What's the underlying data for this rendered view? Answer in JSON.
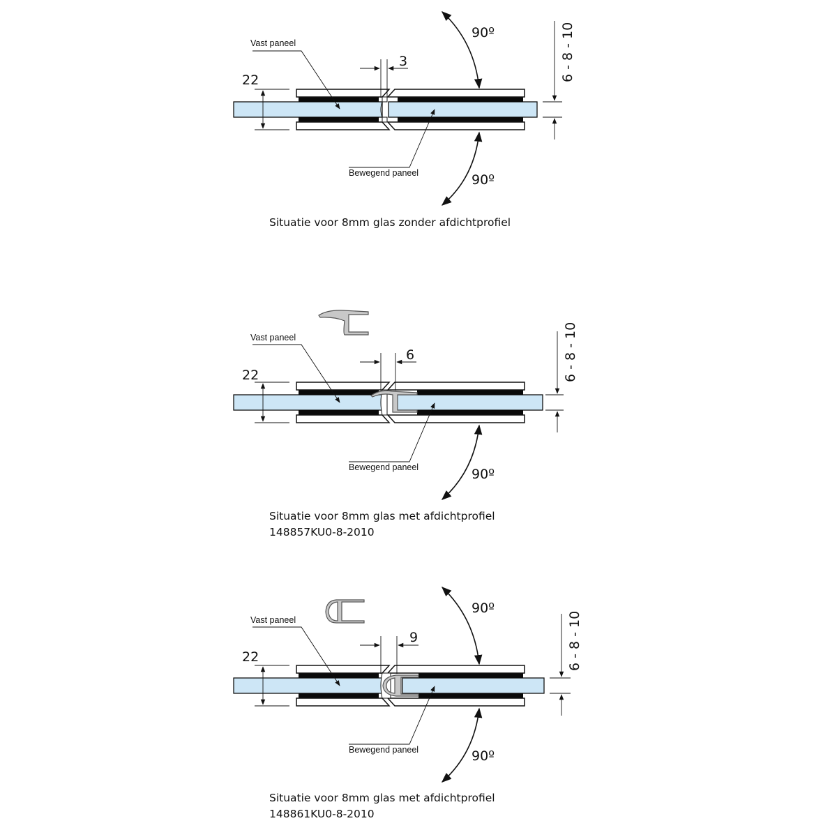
{
  "diagrams": [
    {
      "id": "no-seal",
      "labels": {
        "fixed_panel": "Vast paneel",
        "moving_panel": "Bewegend paneel",
        "thickness_dim": "22",
        "gap_dim": "3",
        "glass_range": "6 - 8 - 10",
        "angle_top": "90º",
        "angle_bottom": "90º"
      },
      "caption": "Situatie voor 8mm glas zonder afdichtprofiel",
      "part_number": ""
    },
    {
      "id": "seal-148857",
      "labels": {
        "fixed_panel": "Vast paneel",
        "moving_panel": "Bewegend paneel",
        "thickness_dim": "22",
        "gap_dim": "6",
        "glass_range": "6 - 8 - 10",
        "angle_bottom": "90º"
      },
      "caption": "Situatie voor 8mm glas met afdichtprofiel",
      "part_number": "148857KU0-8-2010"
    },
    {
      "id": "seal-148861",
      "labels": {
        "fixed_panel": "Vast paneel",
        "moving_panel": "Bewegend paneel",
        "thickness_dim": "22",
        "gap_dim": "9",
        "glass_range": "6 - 8 - 10",
        "angle_top": "90º",
        "angle_bottom": "90º"
      },
      "caption": "Situatie voor 8mm glas met afdichtprofiel",
      "part_number": "148861KU0-8-2010"
    }
  ],
  "colors": {
    "glass": "#cde6f6",
    "gasket": "#0a0a0a",
    "profile": "#c8c8c8",
    "line": "#111111"
  }
}
